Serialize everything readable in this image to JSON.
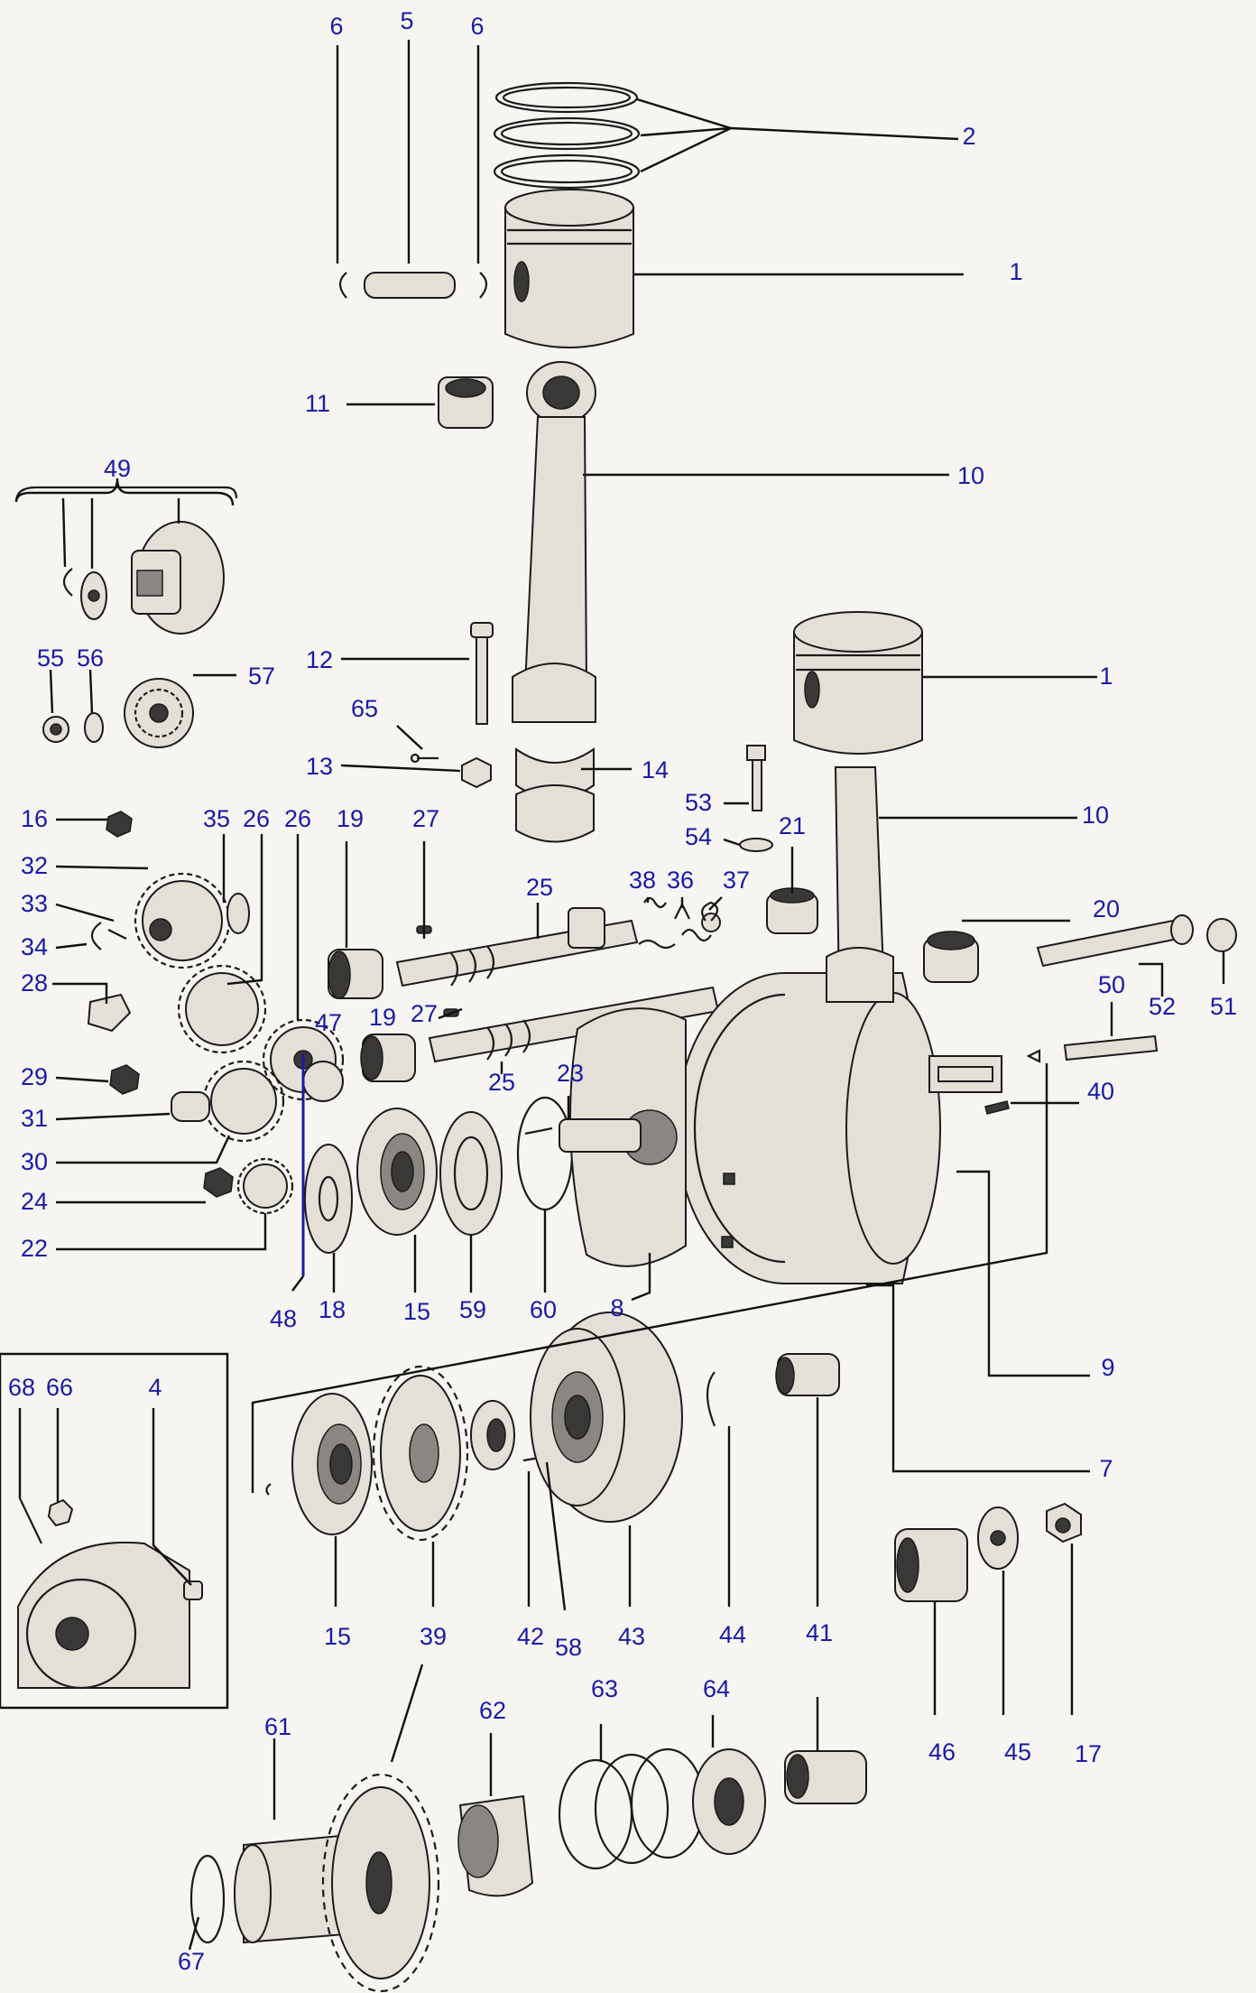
{
  "diagram": {
    "description_none": "",
    "callouts": [
      "1",
      "2",
      "4",
      "5",
      "6",
      "7",
      "8",
      "9",
      "10",
      "11",
      "12",
      "13",
      "14",
      "15",
      "16",
      "17",
      "18",
      "19",
      "20",
      "21",
      "22",
      "23",
      "24",
      "25",
      "26",
      "27",
      "28",
      "29",
      "30",
      "31",
      "32",
      "33",
      "34",
      "35",
      "36",
      "37",
      "38",
      "39",
      "40",
      "41",
      "42",
      "43",
      "44",
      "45",
      "46",
      "47",
      "48",
      "49",
      "50",
      "51",
      "52",
      "53",
      "54",
      "55",
      "56",
      "57",
      "58",
      "59",
      "60",
      "61",
      "62",
      "63",
      "64",
      "65",
      "66",
      "67",
      "68"
    ],
    "label_color": "#1a1aa8"
  }
}
